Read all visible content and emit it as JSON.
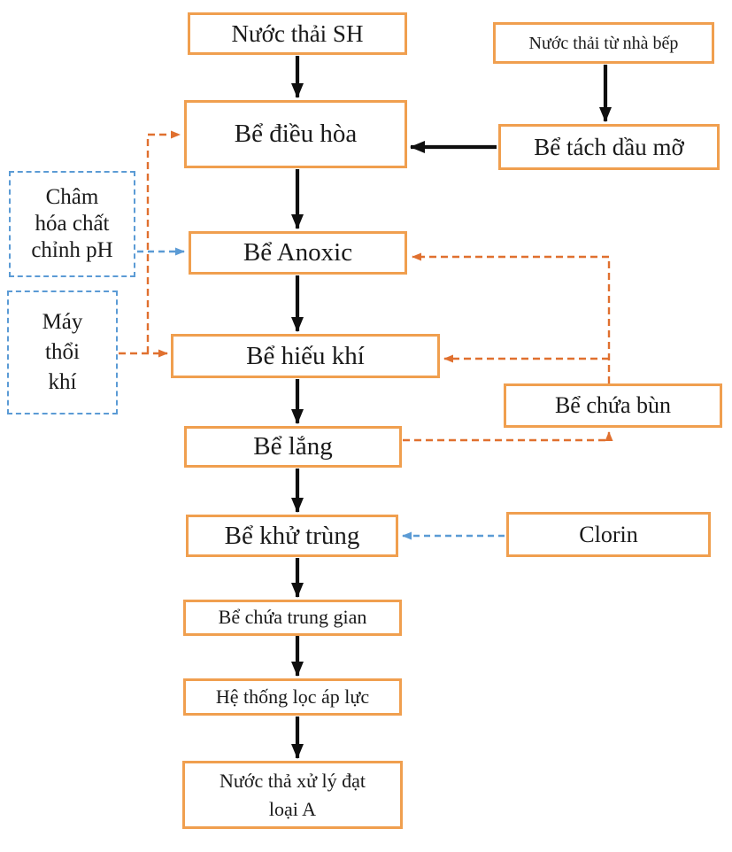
{
  "colors": {
    "box_border": "#F09F4F",
    "orange_dash": "#E0702F",
    "blue_dash": "#5B9BD5",
    "arrow_black": "#0f0f0f",
    "text": "#1a1a1a",
    "background": "#ffffff"
  },
  "nodes": {
    "sh": {
      "label": "Nước thải SH"
    },
    "bep": {
      "label": "Nước thải từ nhà bếp"
    },
    "dieu_hoa": {
      "label": "Bể điều hòa"
    },
    "tach_dau": {
      "label": "Bể tách dầu mỡ"
    },
    "cham_hoa_chat": {
      "label": "Châm\nhóa chất\nchỉnh pH"
    },
    "anoxic": {
      "label": "Bể Anoxic"
    },
    "may_thoi_khi": {
      "label": "Máy\nthổi\nkhí"
    },
    "hieu_khi": {
      "label": "Bể hiếu khí"
    },
    "chua_bun": {
      "label": "Bể chứa bùn"
    },
    "lang": {
      "label": "Bể lắng"
    },
    "khu_trung": {
      "label": "Bể khử trùng"
    },
    "clorin": {
      "label": "Clorin"
    },
    "trung_gian": {
      "label": "Bể chứa trung gian"
    },
    "loc_ap_luc": {
      "label": "Hệ thống lọc áp lực"
    },
    "loai_a": {
      "label": "Nước thả xử lý đạt\nloại A"
    }
  },
  "edges": [
    {
      "from": "sh",
      "to": "dieu_hoa",
      "type": "flow-solid-black"
    },
    {
      "from": "bep",
      "to": "tach_dau",
      "type": "flow-solid-black"
    },
    {
      "from": "tach_dau",
      "to": "dieu_hoa",
      "type": "flow-solid-black"
    },
    {
      "from": "dieu_hoa",
      "to": "anoxic",
      "type": "flow-solid-black"
    },
    {
      "from": "anoxic",
      "to": "hieu_khi",
      "type": "flow-solid-black"
    },
    {
      "from": "hieu_khi",
      "to": "lang",
      "type": "flow-solid-black"
    },
    {
      "from": "lang",
      "to": "khu_trung",
      "type": "flow-solid-black"
    },
    {
      "from": "khu_trung",
      "to": "trung_gian",
      "type": "flow-solid-black"
    },
    {
      "from": "trung_gian",
      "to": "loc_ap_luc",
      "type": "flow-solid-black"
    },
    {
      "from": "loc_ap_luc",
      "to": "loai_a",
      "type": "flow-solid-black"
    },
    {
      "from": "cham_hoa_chat",
      "to": "anoxic",
      "type": "dosing-blue-dashed"
    },
    {
      "from": "clorin",
      "to": "khu_trung",
      "type": "dosing-blue-dashed"
    },
    {
      "from": "may_thoi_khi",
      "to": "dieu_hoa",
      "type": "air-orange-dashed"
    },
    {
      "from": "may_thoi_khi",
      "to": "hieu_khi",
      "type": "air-orange-dashed"
    },
    {
      "from": "lang",
      "to": "chua_bun",
      "type": "sludge-orange-dashed"
    },
    {
      "from": "chua_bun",
      "to": "anoxic",
      "type": "sludge-orange-dashed"
    },
    {
      "from": "chua_bun",
      "to": "hieu_khi",
      "type": "sludge-orange-dashed"
    }
  ]
}
